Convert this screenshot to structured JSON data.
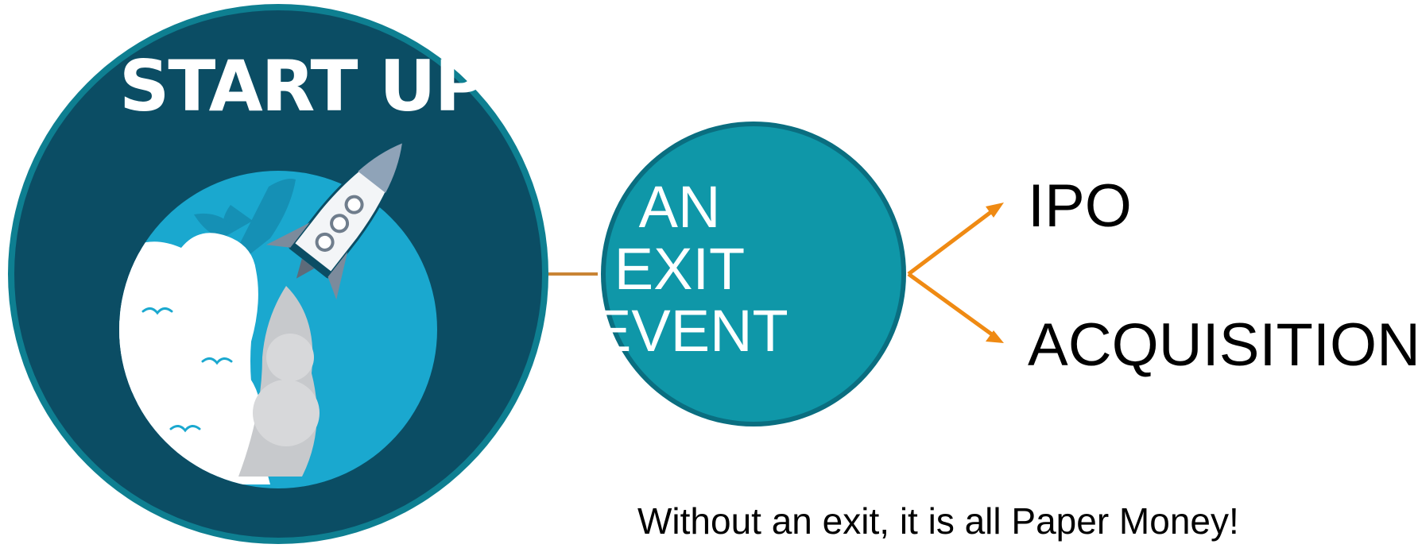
{
  "startup": {
    "title": "START UP"
  },
  "exit_event": {
    "lines": [
      "AN",
      "EXIT",
      "EVENT"
    ]
  },
  "outcomes": [
    "IPO",
    "ACQUISITION"
  ],
  "footer_note": "Without an exit, it is all Paper Money!",
  "colors": {
    "startup_circle": "#0b4d64",
    "startup_ring": "#0e7f91",
    "globe": "#1aa8cf",
    "exit_circle": "#0f97a8",
    "exit_ring": "#0a6e80",
    "connector": "#c98434",
    "arrow": "#ef8a13"
  },
  "icons": [
    "rocket-icon",
    "smoke-cloud-icon",
    "bird-icon"
  ]
}
